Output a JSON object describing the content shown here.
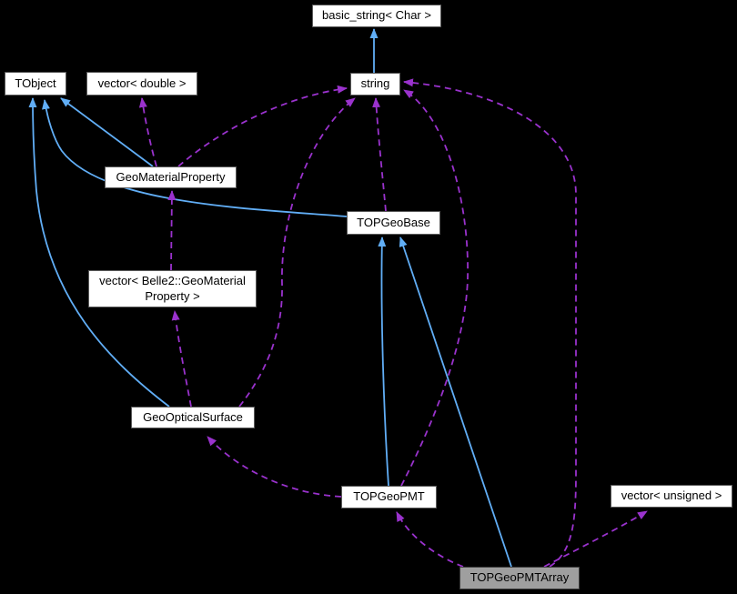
{
  "diagram": {
    "title": "TOPGeoPMTArray collaboration graph",
    "colors": {
      "background": "#000000",
      "inheritance_arrow": "#61aef6",
      "usage_arrow": "#9a32cd",
      "node_fill": "#ffffff",
      "node_border": "#5a5a5a",
      "highlighted_node_fill": "#9f9f9f",
      "text": "#000000"
    },
    "nodes": [
      {
        "id": "basic_string",
        "label": "basic_string< Char >",
        "highlighted": false
      },
      {
        "id": "tobject",
        "label": "TObject",
        "highlighted": false
      },
      {
        "id": "vector_double",
        "label": "vector< double >",
        "highlighted": false
      },
      {
        "id": "string",
        "label": "string",
        "highlighted": false
      },
      {
        "id": "geo_material_property",
        "label": "GeoMaterialProperty",
        "highlighted": false
      },
      {
        "id": "top_geo_base",
        "label": "TOPGeoBase",
        "highlighted": false
      },
      {
        "id": "vector_belle2_geo_material_property",
        "label": "vector< Belle2::GeoMaterial\nProperty >",
        "highlighted": false
      },
      {
        "id": "geo_optical_surface",
        "label": "GeoOpticalSurface",
        "highlighted": false
      },
      {
        "id": "top_geo_pmt",
        "label": "TOPGeoPMT",
        "highlighted": false
      },
      {
        "id": "vector_unsigned",
        "label": "vector< unsigned >",
        "highlighted": false
      },
      {
        "id": "top_geo_pmt_array",
        "label": "TOPGeoPMTArray",
        "highlighted": true
      }
    ],
    "edges": [
      {
        "from": "string",
        "to": "basic_string",
        "type": "inheritance"
      },
      {
        "from": "geo_material_property",
        "to": "tobject",
        "type": "inheritance"
      },
      {
        "from": "top_geo_base",
        "to": "tobject",
        "type": "inheritance"
      },
      {
        "from": "geo_optical_surface",
        "to": "tobject",
        "type": "inheritance"
      },
      {
        "from": "top_geo_pmt",
        "to": "top_geo_base",
        "type": "inheritance"
      },
      {
        "from": "top_geo_pmt_array",
        "to": "top_geo_base",
        "type": "inheritance"
      },
      {
        "from": "geo_material_property",
        "to": "vector_double",
        "type": "usage"
      },
      {
        "from": "geo_material_property",
        "to": "string",
        "type": "usage"
      },
      {
        "from": "top_geo_base",
        "to": "string",
        "type": "usage"
      },
      {
        "from": "geo_optical_surface",
        "to": "string",
        "type": "usage"
      },
      {
        "from": "top_geo_pmt",
        "to": "string",
        "type": "usage"
      },
      {
        "from": "top_geo_pmt_array",
        "to": "string",
        "type": "usage"
      },
      {
        "from": "vector_belle2_geo_material_property",
        "to": "geo_material_property",
        "type": "usage"
      },
      {
        "from": "geo_optical_surface",
        "to": "vector_belle2_geo_material_property",
        "type": "usage"
      },
      {
        "from": "top_geo_pmt",
        "to": "geo_optical_surface",
        "type": "usage"
      },
      {
        "from": "top_geo_pmt_array",
        "to": "top_geo_pmt",
        "type": "usage"
      },
      {
        "from": "top_geo_pmt_array",
        "to": "vector_unsigned",
        "type": "usage"
      }
    ]
  }
}
